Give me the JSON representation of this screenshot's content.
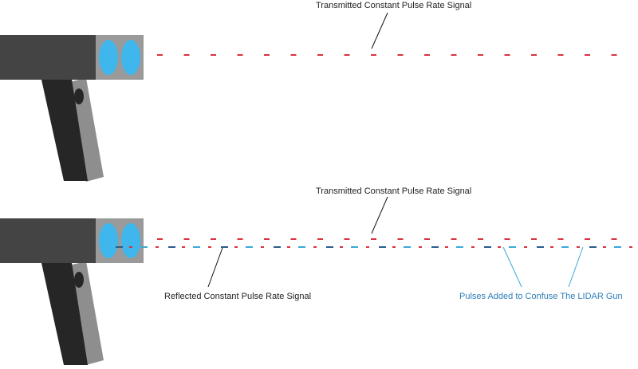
{
  "diagram": {
    "top_panel": {
      "transmitted_label": "Transmitted Constant Pulse Rate Signal"
    },
    "bottom_panel": {
      "transmitted_label": "Transmitted Constant Pulse Rate Signal",
      "reflected_label": "Reflected Constant Pulse Rate Signal",
      "added_pulses_label": "Pulses Added to Confuse The LIDAR Gun"
    }
  },
  "colors": {
    "transmitted_pulse": "#d9333f",
    "reflected_pulse": "#2a5c8c",
    "added_pulse": "#3aa9d6",
    "added_label": "#2d7fb8",
    "lens": "#3fb6ec",
    "gun_head": "#444444",
    "gun_panel": "#9a9a9a",
    "gun_handle": "#262626",
    "gun_handle_side": "#8e8e8e",
    "leader_line": "#111111",
    "text": "#222222"
  }
}
